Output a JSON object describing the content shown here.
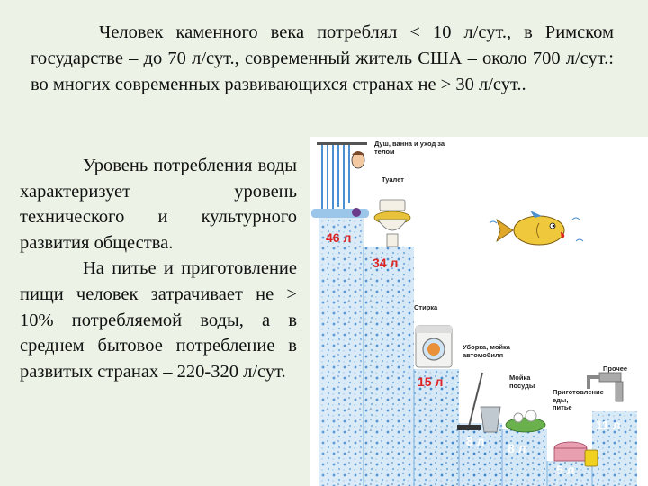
{
  "top_text": "Человек каменного века потреблял < 10 л/сут., в Римском государстве – до 70 л/сут., современный житель США – около 700 л/сут.: во многих современных развивающихся странах не > 30 л/сут..",
  "left_paragraphs": [
    "Уровень потребления воды характеризует уровень технического и культурного развития общества.",
    "На питье и приготовление пищи человек затрачивает не > 10% потребляемой воды, а в среднем бытовое потребление в развитых странах – 220-320 л/сут."
  ],
  "infographic": {
    "categories": [
      {
        "id": "shower",
        "label": "Душ, ванна и уход за телом",
        "amount": "46 л"
      },
      {
        "id": "toilet",
        "label": "Туалет",
        "amount": "34 л"
      },
      {
        "id": "laundry",
        "label": "Стирка",
        "amount": "15 л"
      },
      {
        "id": "cleaning",
        "label": "Уборка, мойка автомобиля",
        "amount": "8 л"
      },
      {
        "id": "dishes",
        "label": "Мойка посуды",
        "amount": "8 л"
      },
      {
        "id": "cooking",
        "label": "Приготовление еды, питье",
        "amount": "5 л"
      },
      {
        "id": "other",
        "label": "Прочее",
        "amount": "11 л"
      }
    ],
    "colors": {
      "water_light": "#cfe4f5",
      "water_dark": "#4a8fd1",
      "amount_red": "#d22222"
    }
  }
}
